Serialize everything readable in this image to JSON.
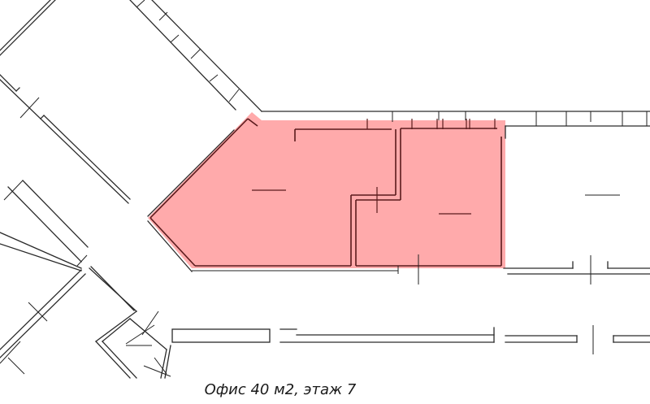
{
  "caption": "Офис 40 м2, этаж 7",
  "highlight": {
    "label": "office-highlight",
    "fill_color": "#ffaaab",
    "wall_color": "#5a1a1c"
  },
  "rooms": [
    {
      "name": "highlighted-office-west-part"
    },
    {
      "name": "highlighted-office-east-part"
    },
    {
      "name": "room-north-west"
    },
    {
      "name": "room-east"
    },
    {
      "name": "corridor-south"
    },
    {
      "name": "room-south-west"
    }
  ]
}
